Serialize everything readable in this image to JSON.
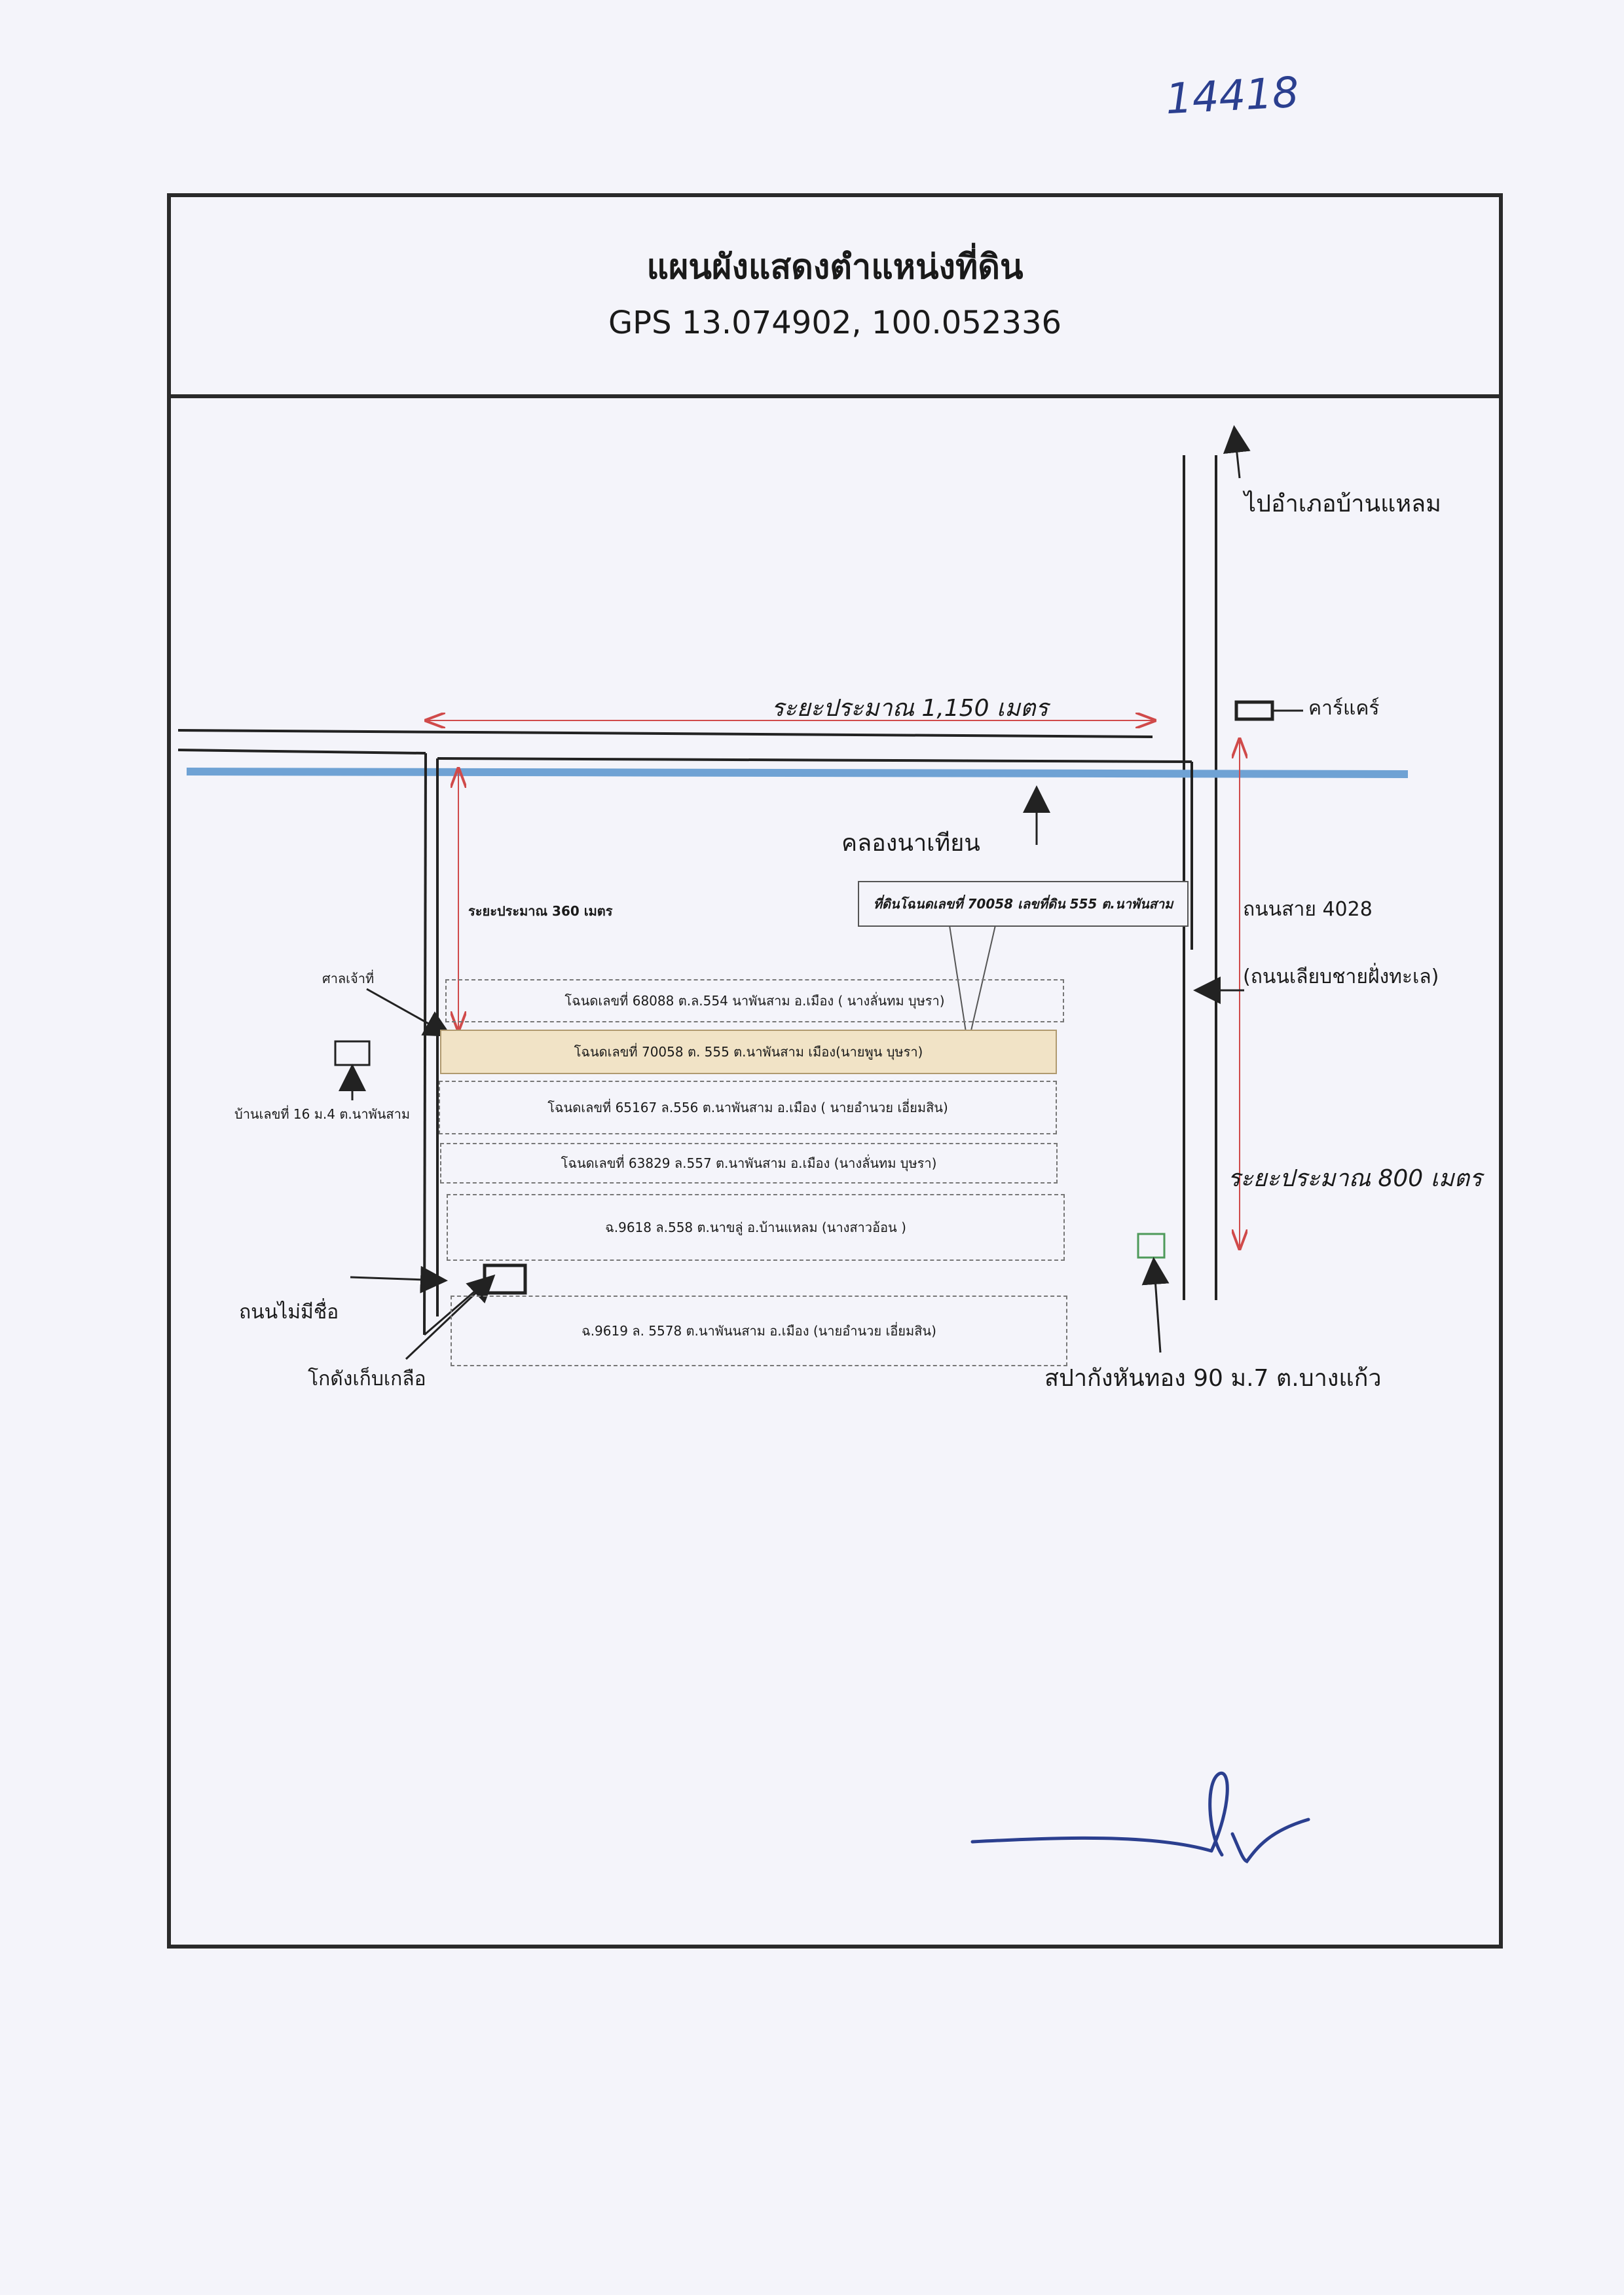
{
  "document": {
    "number": "14418",
    "title": "แผนผังแสดงตำแหน่งที่ดิน",
    "gps": "GPS 13.074902, 100.052336"
  },
  "labels": {
    "to_district": "ไปอำเภอบ้านแหลม",
    "carcare": "คาร์แคร์",
    "distance_1150": "ระยะประมาณ 1,150 เมตร",
    "canal": "คลองนาเทียน",
    "distance_360": "ระยะประมาณ 360 เมตร",
    "road_4028": "ถนนสาย 4028",
    "road_coastal": "(ถนนเลียบชายฝั่งทะเล)",
    "distance_800": "ระยะประมาณ 800 เมตร",
    "shrine": "ศาลเจ้าที่",
    "house": "บ้านเลขที่ 16 ม.4 ต.นาพันสาม",
    "unnamed_road": "ถนนไม่มีชื่อ",
    "salt_warehouse": "โกดังเก็บเกลือ",
    "spa": "สปากังหันทอง 90 ม.7 ต.บางแก้ว",
    "callout": "ที่ดินโฉนดเลขที่ 70058 เลขที่ดิน 555 ต.นาพันสาม"
  },
  "parcels": [
    {
      "text": "โฉนดเลขที่  68088 ต.ล.554 นาพันสาม  อ.เมือง ( นางลั่นทม บุษรา)",
      "highlight": false
    },
    {
      "text": "โฉนดเลขที่ 70058 ต. 555 ต.นาพันสาม   เมือง(นายพูน  บุษรา)",
      "highlight": true
    },
    {
      "text": "โฉนดเลขที่ 65167 ล.556 ต.นาพันสาม  อ.เมือง ( นายอำนวย  เอี่ยมสิน)",
      "highlight": false
    },
    {
      "text": "โฉนดเลขที่ 63829 ล.557 ต.นาพันสาม  อ.เมือง (นางลั่นทม  บุษรา)",
      "highlight": false
    },
    {
      "text": "ฉ.9618 ล.558  ต.นาขลู่ อ.บ้านแหลม (นางสาวอ้อน )",
      "highlight": false
    },
    {
      "text": "ฉ.9619 ล. 5578 ต.นาพันนสาม อ.เมือง  (นายอำนวย  เอี่ยมสิน)",
      "highlight": false
    }
  ],
  "colors": {
    "canal": "#6fa2d4",
    "distance_line": "#d04a4a",
    "signature": "#2b3f8f",
    "highlight": "#f1e3c6",
    "spa_marker": "#4e9a5a"
  }
}
